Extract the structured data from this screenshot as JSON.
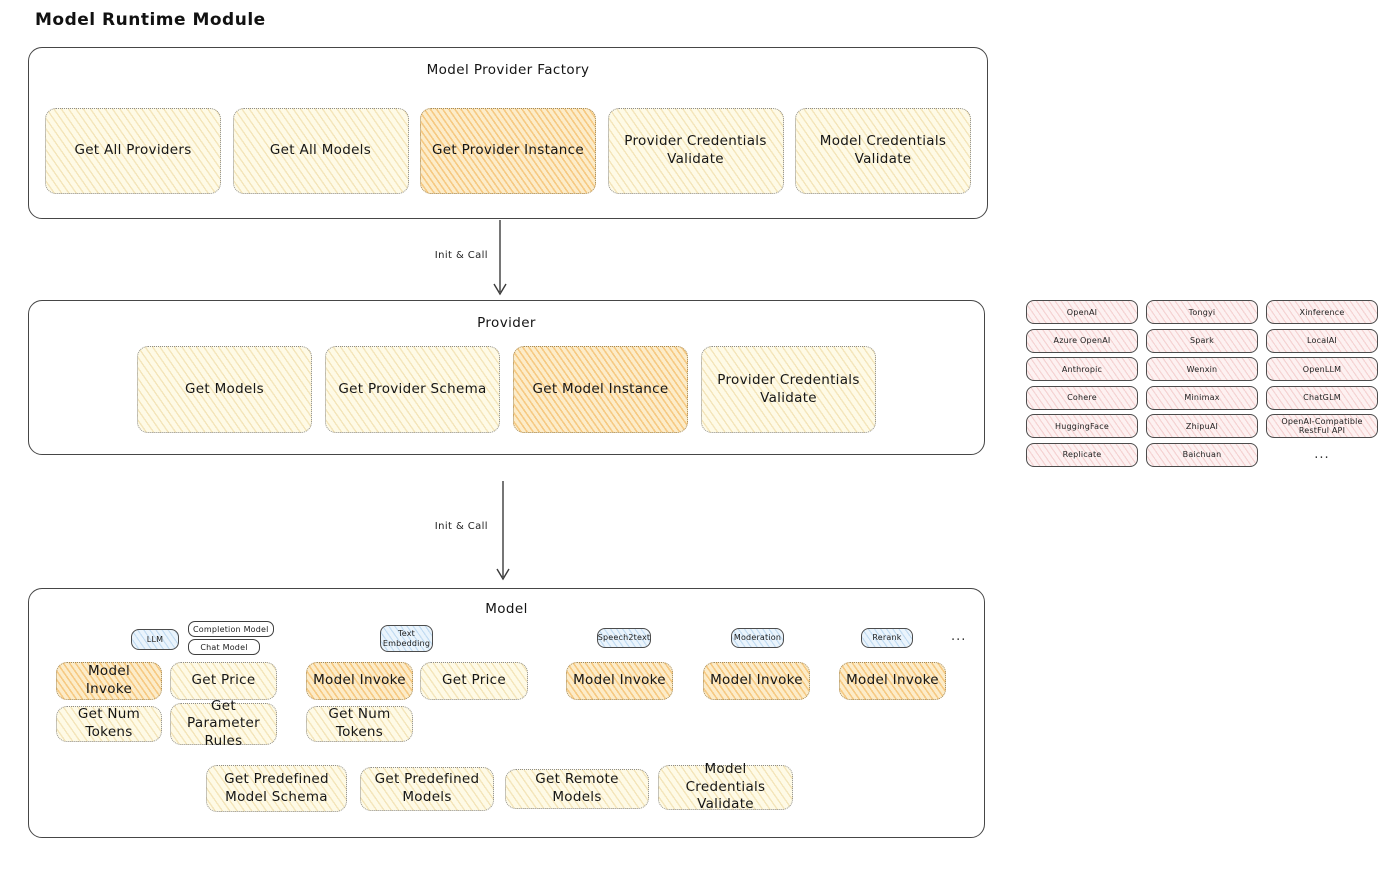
{
  "page": {
    "title": "Model Runtime Module"
  },
  "colors": {
    "node_yellow": "#fefae6",
    "node_yellow_hatch": "#e0ba62",
    "node_orange": "#fcecc9",
    "node_orange_hatch": "#f0a63d",
    "chip_pink": "#fdf1f1",
    "chip_pink_hatch": "#e49696",
    "tag_blue": "#eaf4fc",
    "tag_blue_hatch": "#84b5e0",
    "stroke": "#464646"
  },
  "arrows": {
    "factory_to_provider": "Init & Call",
    "provider_to_model": "Init & Call"
  },
  "factory": {
    "title": "Model Provider Factory",
    "buttons": [
      {
        "label": "Get All Providers",
        "highlighted": false
      },
      {
        "label": "Get All Models",
        "highlighted": false
      },
      {
        "label": "Get Provider Instance",
        "highlighted": true
      },
      {
        "label": "Provider Credentials Validate",
        "highlighted": false
      },
      {
        "label": "Model Credentials Validate",
        "highlighted": false
      }
    ]
  },
  "provider": {
    "title": "Provider",
    "buttons": [
      {
        "label": "Get Models",
        "highlighted": false
      },
      {
        "label": "Get Provider Schema",
        "highlighted": false
      },
      {
        "label": "Get Model Instance",
        "highlighted": true
      },
      {
        "label": "Provider Credentials Validate",
        "highlighted": false
      }
    ]
  },
  "providers_grid": {
    "columns": [
      [
        "OpenAI",
        "Azure OpenAI",
        "Anthropic",
        "Cohere",
        "HuggingFace",
        "Replicate"
      ],
      [
        "Tongyi",
        "Spark",
        "Wenxin",
        "Minimax",
        "ZhipuAI",
        "Baichuan"
      ],
      [
        "Xinference",
        "LocalAI",
        "OpenLLM",
        "ChatGLM",
        "OpenAI-Compatible RestFul API"
      ]
    ],
    "more": "..."
  },
  "model": {
    "title": "Model",
    "ellipsis": "...",
    "type_tags": {
      "llm": "LLM",
      "completion_model": "Completion Model",
      "chat_model": "Chat Model",
      "text_embedding": "Text Embedding",
      "speech2text": "Speech2text",
      "moderation": "Moderation",
      "rerank": "Rerank"
    },
    "buttons": {
      "llm_model_invoke": "Model Invoke",
      "llm_get_price": "Get Price",
      "llm_get_num_tokens": "Get Num Tokens",
      "llm_get_parameter_rules": "Get Parameter Rules",
      "te_model_invoke": "Model Invoke",
      "te_get_price": "Get Price",
      "te_get_num_tokens": "Get Num Tokens",
      "s2t_model_invoke": "Model Invoke",
      "moderation_model_invoke": "Model Invoke",
      "rerank_model_invoke": "Model Invoke",
      "get_predefined_model_schema": "Get Predefined Model Schema",
      "get_predefined_models": "Get Predefined Models",
      "get_remote_models": "Get Remote Models",
      "model_credentials_validate": "Model Credentials Validate"
    }
  }
}
